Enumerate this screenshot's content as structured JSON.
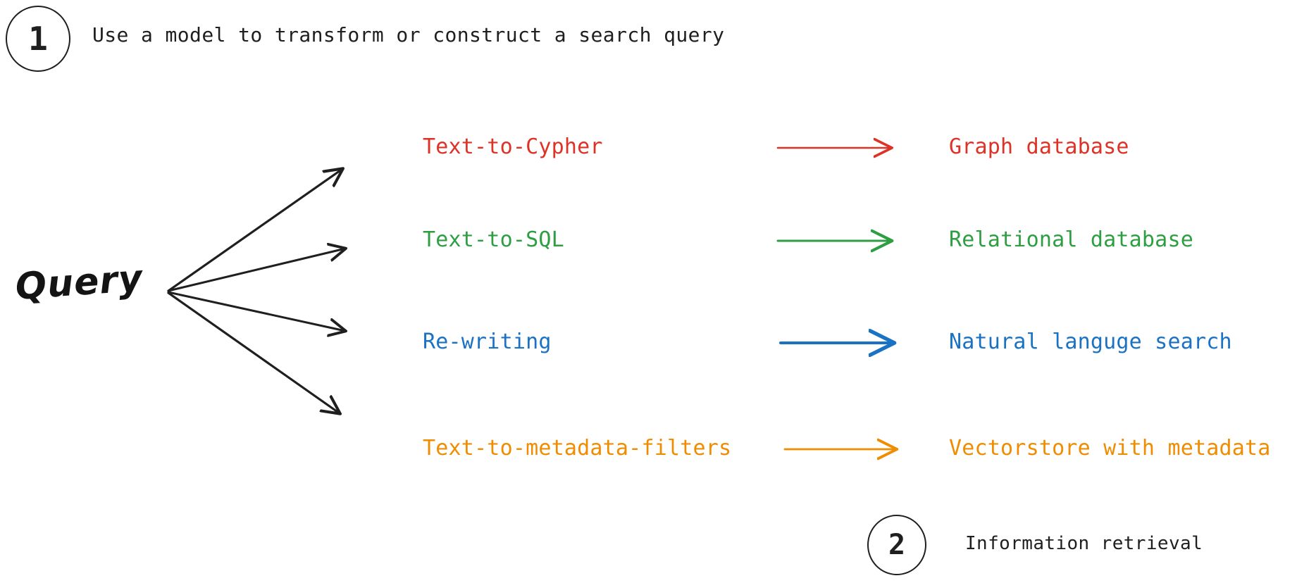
{
  "steps": [
    {
      "number": "1",
      "text": "Use a model to transform or construct a search query"
    },
    {
      "number": "2",
      "text": "Information retrieval"
    }
  ],
  "source": {
    "label": "Query"
  },
  "colors": {
    "red": "#DE3226",
    "green": "#2E9E43",
    "blue": "#1A72C4",
    "orange": "#F08C00",
    "ink": "#1f1f1f",
    "background": "#FFFFFF"
  },
  "rows": [
    {
      "method": "Text-to-Cypher",
      "target": "Graph database",
      "color": "#DE3226"
    },
    {
      "method": "Text-to-SQL",
      "target": "Relational database",
      "color": "#2E9E43"
    },
    {
      "method": "Re-writing",
      "target": "Natural languge search",
      "color": "#1A72C4"
    },
    {
      "method": "Text-to-metadata-filters",
      "target": "Vectorstore with metadata",
      "color": "#F08C00"
    }
  ]
}
